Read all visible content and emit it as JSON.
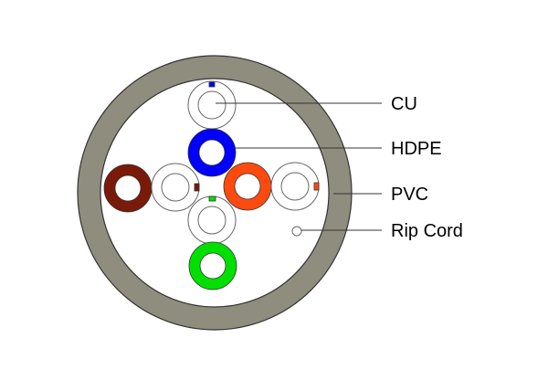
{
  "labels": {
    "cu": "CU",
    "hdpe": "HDPE",
    "pvc": "PVC",
    "rip_cord": "Rip Cord"
  },
  "colors": {
    "jacket": "#8f8d7e",
    "jacket_inner": "#ffffff",
    "outline": "#333333",
    "leader": "#333333",
    "pair_blue": "#0000ff",
    "pair_orange": "#ff4a0f",
    "pair_green": "#00e000",
    "pair_brown": "#7a1a08",
    "conductor_fill": "#ffffff",
    "conductor_outline": "#666666"
  }
}
